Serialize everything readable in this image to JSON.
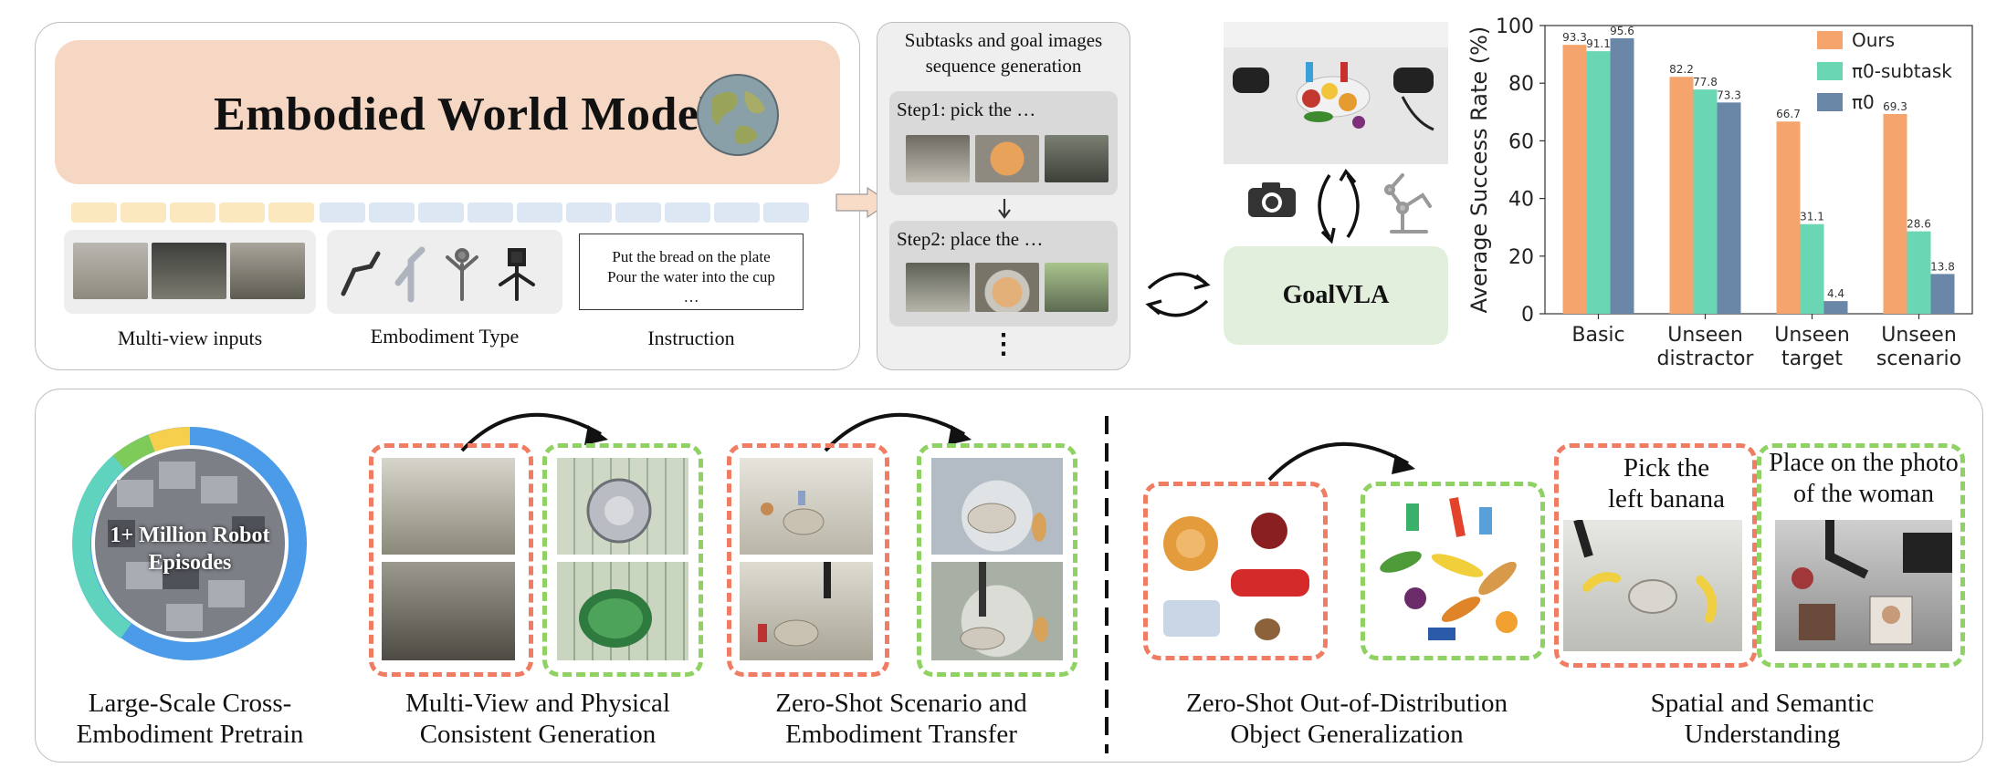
{
  "world_model": {
    "title": "Embodied World Model",
    "inputs": {
      "multiview_label": "Multi-view inputs",
      "embodiment_label": "Embodiment Type",
      "instruction_label": "Instruction",
      "instruction_lines": [
        "Put the bread on the plate",
        "Pour the water into the cup",
        "…"
      ]
    }
  },
  "subtasks": {
    "heading_line1": "Subtasks and goal images",
    "heading_line2": "sequence generation",
    "step1": "Step1: pick the …",
    "step2": "Step2: place the …",
    "more": "⋮"
  },
  "goalvla": {
    "label": "GoalVLA"
  },
  "chart_data": {
    "type": "bar",
    "ylabel": "Average Success Rate (%)",
    "ylim": [
      0,
      100
    ],
    "yticks": [
      0,
      20,
      40,
      60,
      80,
      100
    ],
    "categories": [
      [
        "Basic"
      ],
      [
        "Unseen",
        "distractor"
      ],
      [
        "Unseen",
        "target"
      ],
      [
        "Unseen",
        "scenario"
      ]
    ],
    "series": [
      {
        "name": "Ours",
        "values": [
          93.3,
          82.2,
          66.7,
          69.3
        ],
        "labels": [
          "93.3",
          "82.2",
          "66.7",
          "69.3"
        ],
        "color": "#f4a46c"
      },
      {
        "name": "π0-subtask",
        "values": [
          91.1,
          77.8,
          31.1,
          28.6
        ],
        "labels": [
          "91.1",
          "77.8",
          "31.1",
          "28.6"
        ],
        "color": "#6bd6b4"
      },
      {
        "name": "π0",
        "values": [
          95.6,
          73.3,
          4.4,
          13.8
        ],
        "labels": [
          "95.6",
          "73.3",
          "4.4",
          "13.8"
        ],
        "color": "#6b87a8"
      }
    ],
    "legend_position": "top-right",
    "grid": false
  },
  "bottom": {
    "pretrain_badge_line1": "1+ Million Robot",
    "pretrain_badge_line2": "Episodes",
    "pretrain_caption": [
      "Large-Scale Cross-",
      "Embodiment Pretrain"
    ],
    "multiview_caption": [
      "Multi-View and Physical",
      "Consistent Generation"
    ],
    "zeroshot_caption": [
      "Zero-Shot Scenario and",
      "Embodiment Transfer"
    ],
    "ood_caption": [
      "Zero-Shot Out-of-Distribution",
      "Object Generalization"
    ],
    "spatial_caption": [
      "Spatial and Semantic",
      "Understanding"
    ],
    "pick_banana": [
      "Pick the",
      "left banana"
    ],
    "place_photo": [
      "Place on the photo",
      "of the woman"
    ]
  },
  "colors": {
    "banner": "#f6d7c3",
    "red_dash": "#f07d63",
    "green_dash": "#8fd263",
    "goalvla_box": "#e2efdc",
    "ring_blue": "#4b9be8",
    "ring_teal": "#5fd3bd",
    "ring_green": "#7ecb5a",
    "ring_yellow": "#f6d04d"
  }
}
